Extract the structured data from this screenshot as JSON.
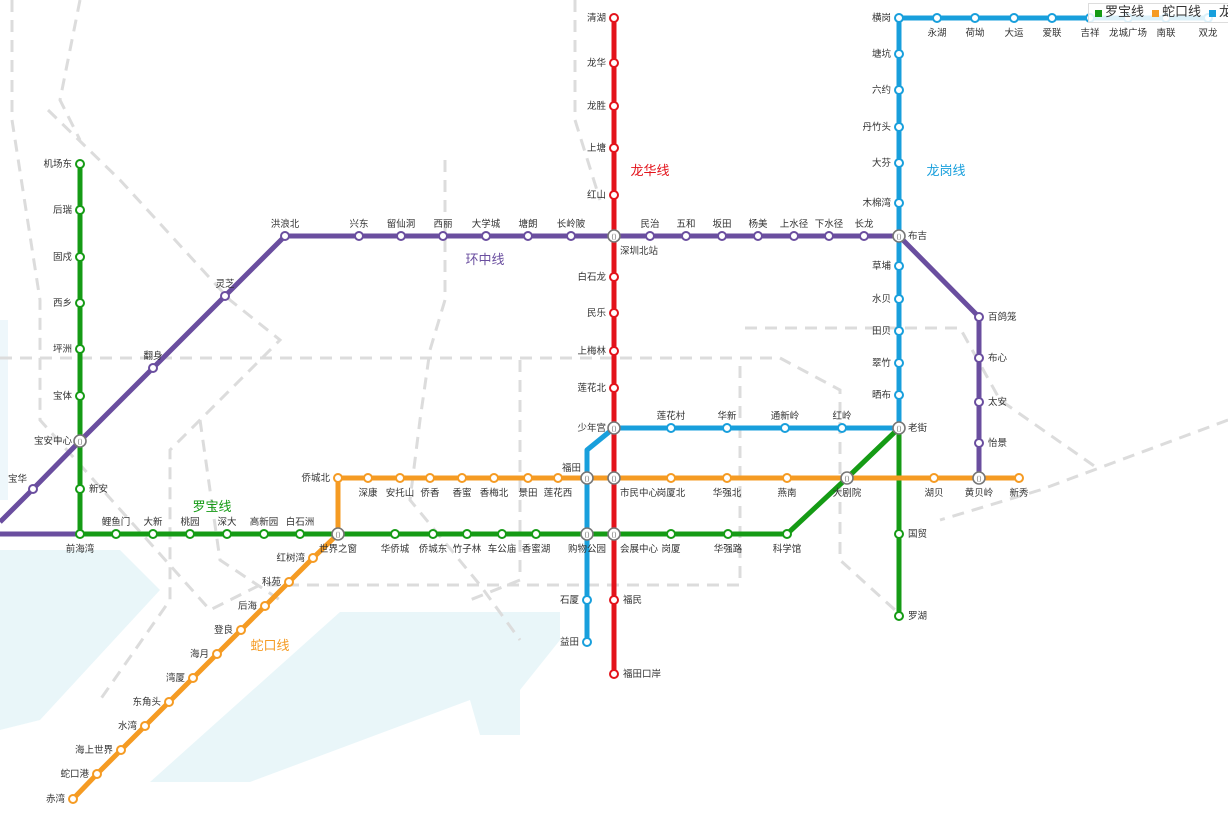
{
  "lines": [
    {
      "id": "luobao",
      "name": "罗宝线",
      "color": "#159b15",
      "stations": [
        "机场东",
        "后瑞",
        "固戍",
        "西乡",
        "坪洲",
        "宝体",
        "宝安中心",
        "新安",
        "前海湾",
        "鲤鱼门",
        "大新",
        "桃园",
        "深大",
        "高新园",
        "白石洲",
        "世界之窗",
        "华侨城",
        "侨城东",
        "竹子林",
        "车公庙",
        "香蜜湖",
        "购物公园",
        "会展中心",
        "岗厦",
        "华强路",
        "科学馆",
        "大剧院",
        "老街",
        "国贸",
        "罗湖"
      ]
    },
    {
      "id": "longhua",
      "name": "龙华线",
      "color": "#e3131b",
      "stations": [
        "清湖",
        "龙华",
        "龙胜",
        "上塘",
        "红山",
        "深圳北站",
        "白石龙",
        "民乐",
        "上梅林",
        "莲花北",
        "少年宫",
        "市民中心",
        "会展中心",
        "福民",
        "福田口岸"
      ]
    },
    {
      "id": "longgang",
      "name": "龙岗线",
      "color": "#189fdc",
      "stations": [
        "益田",
        "石厦",
        "购物公园",
        "福田",
        "少年宫",
        "莲花村",
        "华新",
        "通新岭",
        "红岭",
        "老街",
        "晒布",
        "翠竹",
        "田贝",
        "水贝",
        "草埔",
        "布吉",
        "木棉湾",
        "大芬",
        "丹竹头",
        "六约",
        "塘坑",
        "横岗",
        "永湖",
        "荷坳",
        "大运",
        "爱联",
        "吉祥",
        "龙城广场",
        "南联",
        "双龙"
      ]
    },
    {
      "id": "huanzhong",
      "name": "环中线",
      "color": "#6a4e9f",
      "stations": [
        "宝华",
        "宝安中心",
        "翻身",
        "灵芝",
        "洪浪北",
        "兴东",
        "留仙洞",
        "西丽",
        "大学城",
        "塘朗",
        "长岭陂",
        "深圳北站",
        "民治",
        "五和",
        "坂田",
        "杨美",
        "上水径",
        "下水径",
        "长龙",
        "布吉",
        "百鸽笼",
        "布心",
        "太安",
        "怡景",
        "黄贝岭"
      ]
    },
    {
      "id": "shekou",
      "name": "蛇口线",
      "color": "#f59b23",
      "stations": [
        "赤湾",
        "蛇口港",
        "海上世界",
        "水湾",
        "东角头",
        "湾厦",
        "海月",
        "登良",
        "后海",
        "科苑",
        "红树湾",
        "世界之窗",
        "侨城北",
        "深康",
        "安托山",
        "侨香",
        "香蜜",
        "香梅北",
        "景田",
        "莲花西",
        "福田",
        "市民中心",
        "岗厦北",
        "华强北",
        "燕南",
        "大剧院",
        "湖贝",
        "黄贝岭",
        "新秀"
      ]
    }
  ],
  "legend": [
    {
      "label": "罗宝线",
      "color": "#159b15"
    },
    {
      "label": "蛇口线",
      "color": "#f59b23"
    },
    {
      "label": "龙",
      "color": "#189fdc"
    }
  ],
  "colors": {
    "water": "#e8f5f9",
    "inactive_line": "#dcdcdc",
    "interchange_stroke": "#777777"
  },
  "icons": {
    "interchange": "interchange-station-icon",
    "station": "station-circle-icon"
  }
}
